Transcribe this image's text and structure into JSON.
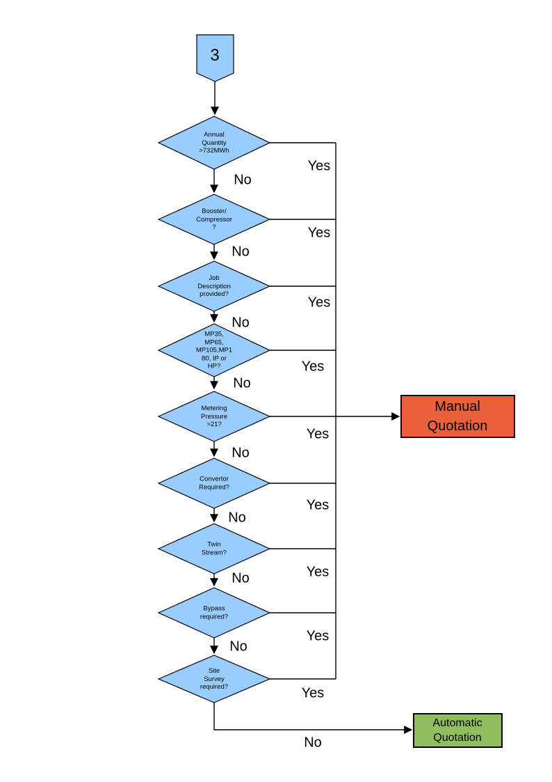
{
  "flowchart": {
    "connector": {
      "label": "3"
    },
    "yes_label": "Yes",
    "no_label": "No",
    "decisions": [
      {
        "id": "annual-quantity",
        "label": "Annual\nQuantity\n>732MWh"
      },
      {
        "id": "booster-compressor",
        "label": "Booster/\nCompressor\n?"
      },
      {
        "id": "job-description",
        "label": "Job\nDescription\nprovided?"
      },
      {
        "id": "meter-type",
        "label": "MP35,\nMP65,\nMP105,MP1\n80, IP or\nHP?"
      },
      {
        "id": "metering-pressure",
        "label": "Metering\nPressure\n>21?"
      },
      {
        "id": "convertor",
        "label": "Convertor\nRequired?"
      },
      {
        "id": "twin-stream",
        "label": "Twin\nStream?"
      },
      {
        "id": "bypass",
        "label": "Bypass\nrequired?"
      },
      {
        "id": "site-survey",
        "label": "Site\nSurvey\nrequired?"
      }
    ],
    "outcomes": [
      {
        "id": "manual-quotation",
        "label": "Manual\nQuotation",
        "color": "#e9603a"
      },
      {
        "id": "automatic-quotation",
        "label": "Automatic\nQuotation",
        "color": "#90bd5e"
      }
    ],
    "colors": {
      "node_fill": "#99ccff",
      "line": "#000000",
      "text": "#000000",
      "background": "#ffffff"
    }
  }
}
